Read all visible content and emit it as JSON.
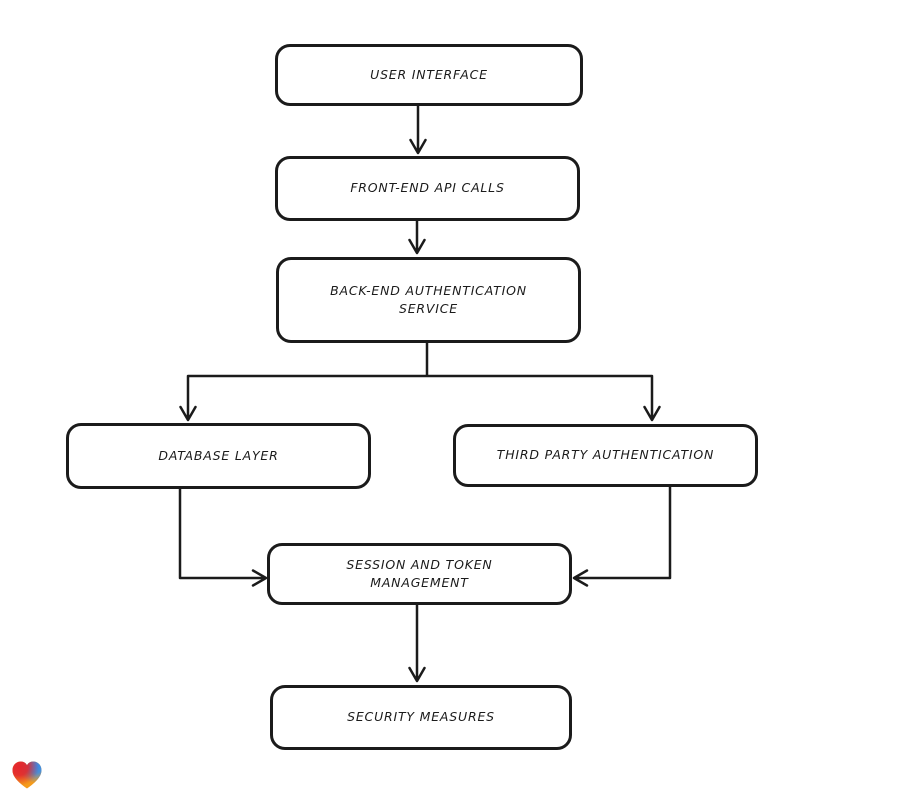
{
  "diagram": {
    "type": "flowchart",
    "style": "hand-drawn",
    "nodes": [
      {
        "id": "user-interface",
        "label": "USER INTERFACE"
      },
      {
        "id": "front-end-api-calls",
        "label": "FRONT-END API CALLS"
      },
      {
        "id": "back-end-authentication-service",
        "label": "BACK-END AUTHENTICATION SERVICE"
      },
      {
        "id": "database-layer",
        "label": "DATABASE LAYER"
      },
      {
        "id": "third-party-authentication",
        "label": "THIRD PARTY AUTHENTICATION"
      },
      {
        "id": "session-and-token-management",
        "label": "SESSION AND TOKEN MANAGEMENT"
      },
      {
        "id": "security-measures",
        "label": "SECURITY MEASURES"
      }
    ],
    "edges": [
      {
        "from": "user-interface",
        "to": "front-end-api-calls"
      },
      {
        "from": "front-end-api-calls",
        "to": "back-end-authentication-service"
      },
      {
        "from": "back-end-authentication-service",
        "to": "database-layer"
      },
      {
        "from": "back-end-authentication-service",
        "to": "third-party-authentication"
      },
      {
        "from": "database-layer",
        "to": "session-and-token-management"
      },
      {
        "from": "third-party-authentication",
        "to": "session-and-token-management"
      },
      {
        "from": "session-and-token-management",
        "to": "security-measures"
      }
    ],
    "colors": {
      "stroke": "#1b1b1b",
      "node_fill": "#ffffff",
      "background": "#ffffff"
    }
  },
  "branding": {
    "logo": "heart-logo",
    "colors": {
      "red": "#e3262e",
      "blue": "#2f8df5",
      "green": "#3cb45a",
      "orange": "#f59b1b"
    }
  }
}
